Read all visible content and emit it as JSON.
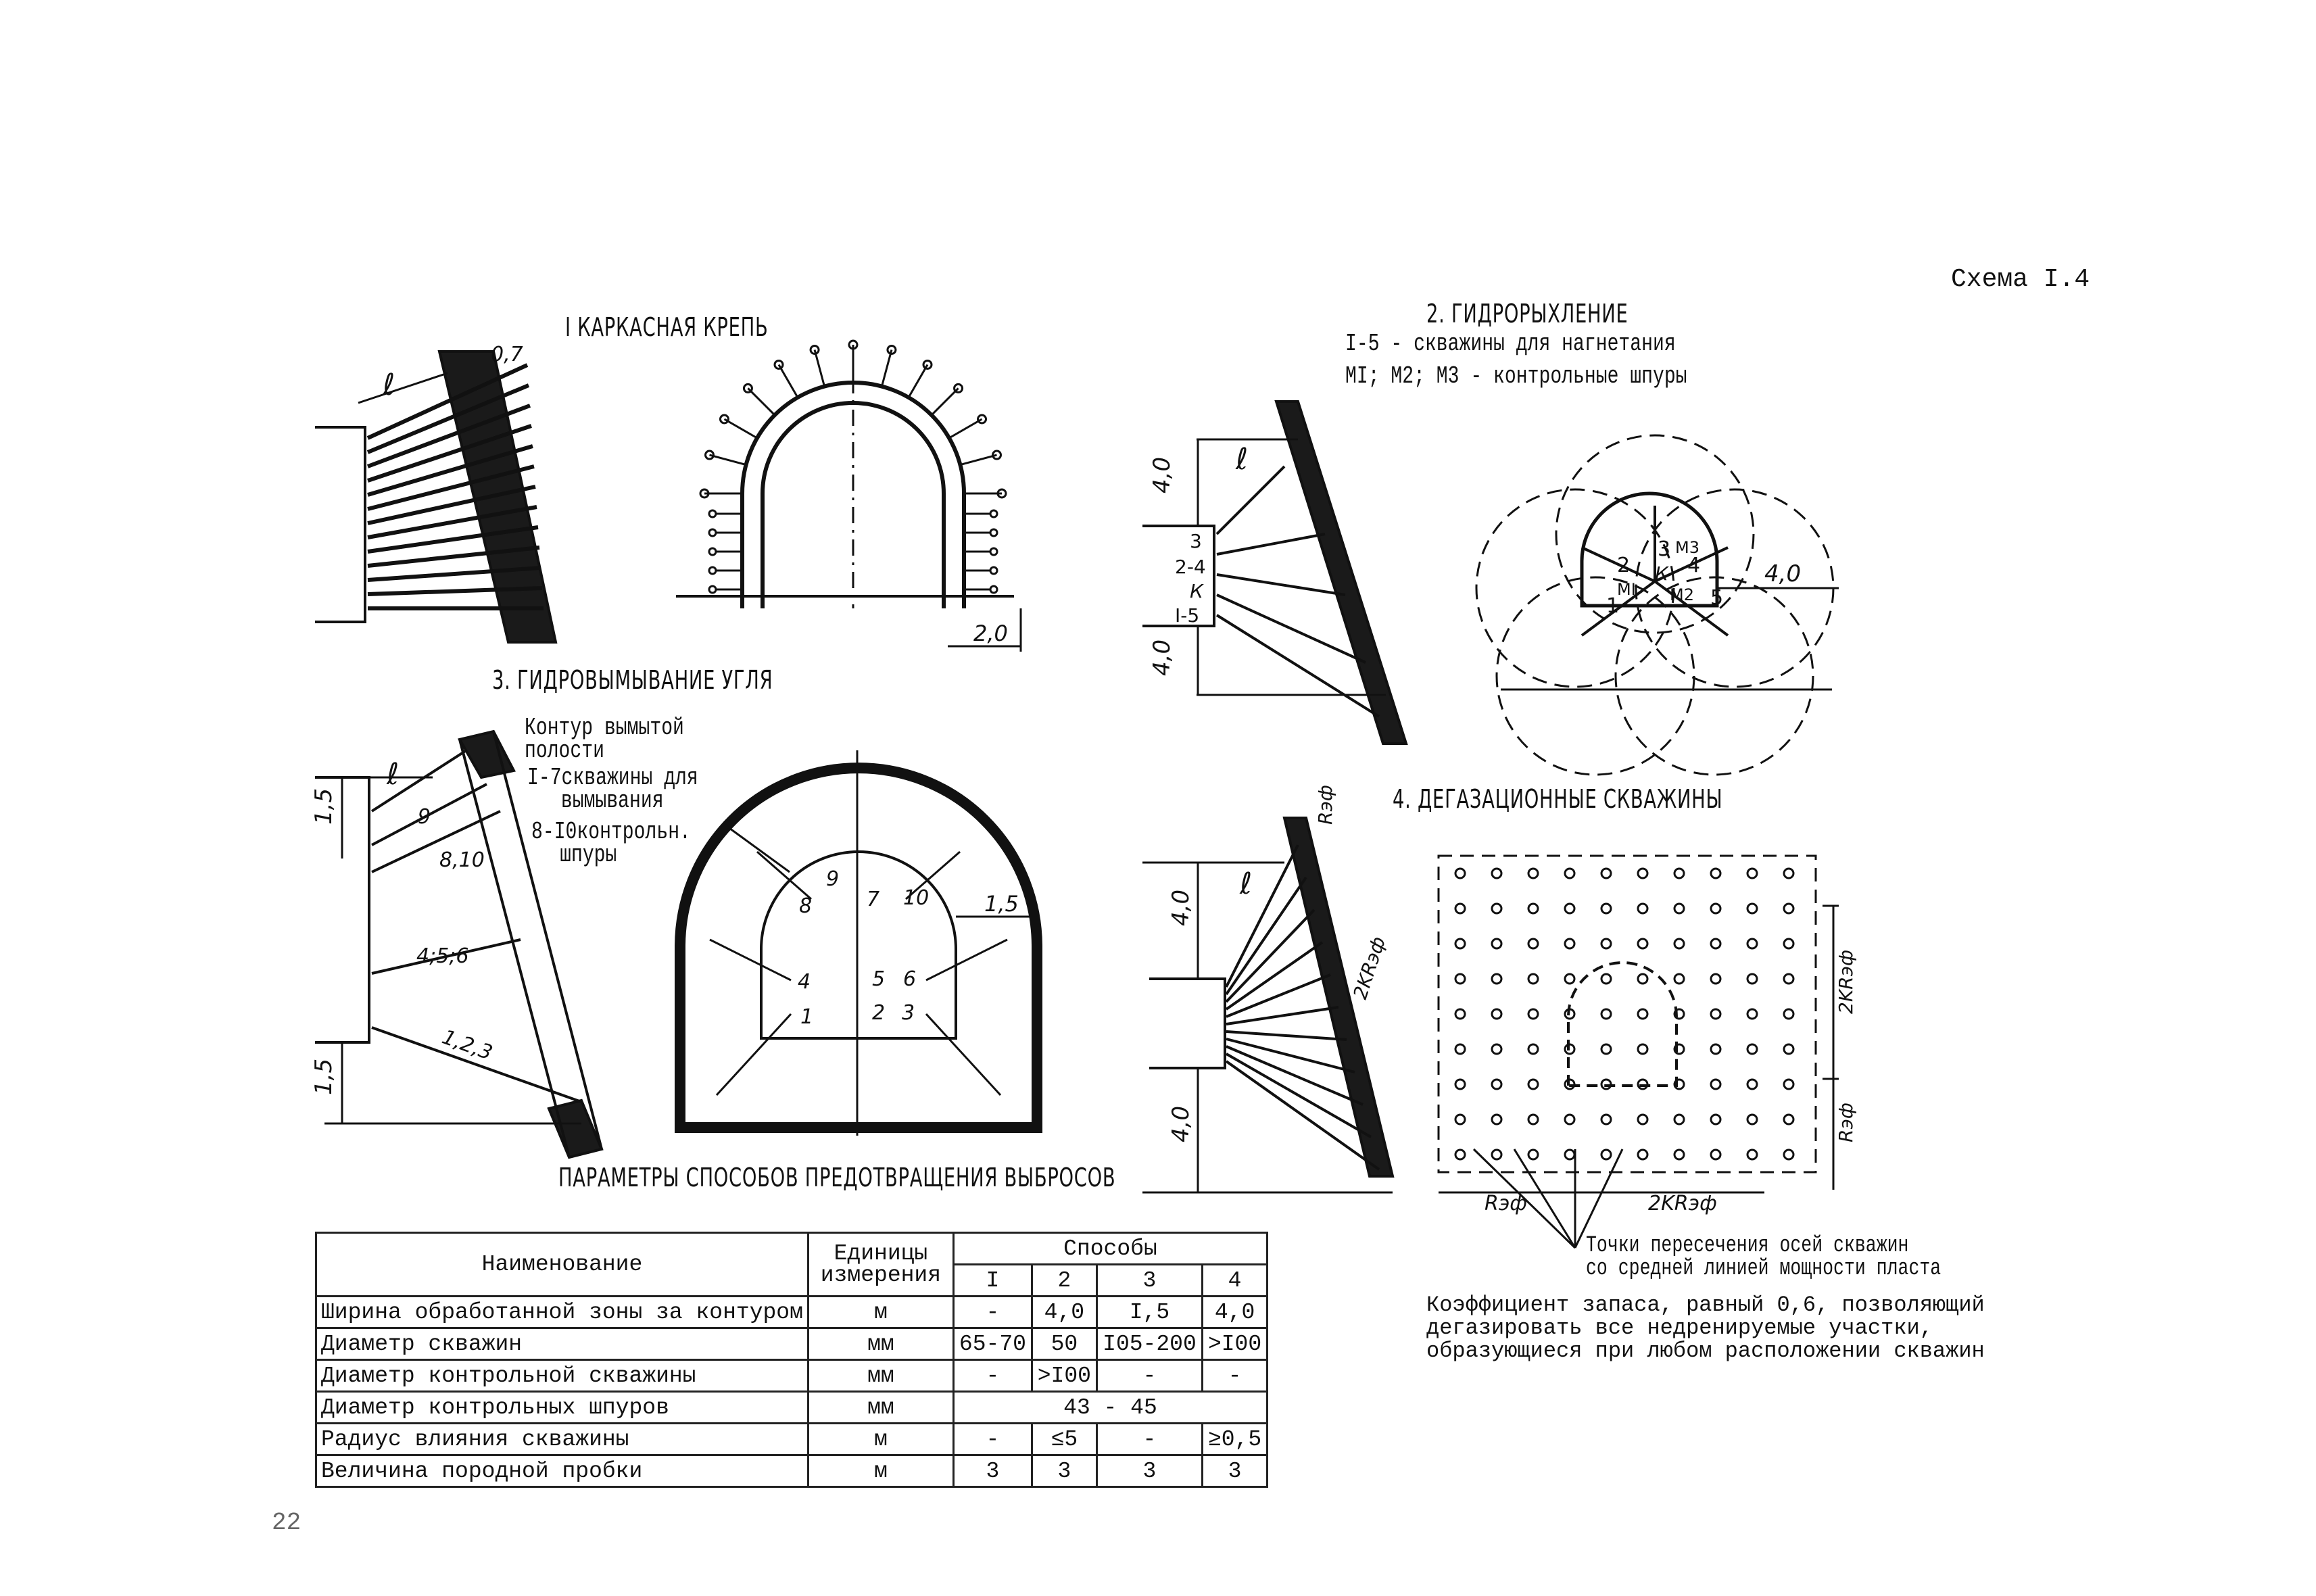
{
  "page": {
    "scheme_label": "Схема I.4",
    "page_number": "22"
  },
  "fig1": {
    "title": "I  КАРКАСНАЯ КРЕПЬ",
    "dim_l": "ℓ",
    "dim_07": "0,7",
    "dim_20": "2,0"
  },
  "fig2": {
    "title": "2. ГИДРОРЫХЛЕНИЕ",
    "line1": "I-5 - скважины для нагнетания",
    "line2": "MI; M2; M3 - контрольные шпуры",
    "dim_40_top": "4,0",
    "dim_40_bot": "4,0",
    "dim_l": "ℓ",
    "lbl_3": "3",
    "lbl_24": "2-4",
    "lbl_k": "К",
    "lbl_15": "I-5",
    "dim_40_right": "4,0",
    "hole_labels": [
      "1",
      "2",
      "3",
      "4",
      "5"
    ],
    "lbl_m1": "MI",
    "lbl_m2": "M2",
    "lbl_m3": "M3",
    "lbl_center_k": "К"
  },
  "fig3": {
    "title": "3. ГИДРОВЫМЫВАНИЕ УГЛЯ",
    "legend1": "Контур вымытой",
    "legend2": "полости",
    "legend3": "I-7скважины для",
    "legend4": "вымывания",
    "legend5": "8-I0контрольн.",
    "legend6": "шпуры",
    "dim_15_top": "1,5",
    "dim_15_bot": "1,5",
    "dim_l": "ℓ",
    "lbl_9": "9",
    "lbl_810": "8,10",
    "lbl_456": "4;5;6",
    "lbl_123": "1,2,3",
    "hole_labels": [
      "1",
      "2",
      "3",
      "4",
      "5",
      "6",
      "7",
      "8",
      "9",
      "10"
    ],
    "dim_15_right": "1,5"
  },
  "fig4": {
    "title": "4. ДЕГАЗАЦИОННЫЕ СКВАЖИНЫ",
    "dim_40_top": "4,0",
    "dim_40_bot": "4,0",
    "dim_l": "ℓ",
    "lbl_rzf": "Rэф",
    "lbl_2krzf": "2KRэф",
    "grid_lbl_2krzf": "2KRэф",
    "grid_lbl_rzf": "Rэф",
    "bottom_rzf": "Rэф",
    "bottom_2krzf": "2KRэф",
    "callout1": "Точки пересечения осей скважин",
    "callout2": "со средней линией мощности пласта"
  },
  "table": {
    "caption": "ПАРАМЕТРЫ СПОСОБОВ ПРЕДОТВРАЩЕНИЯ ВЫБРОСОВ",
    "header_name": "Наименование",
    "header_units": "Единицы измерения",
    "header_methods": "Способы",
    "method_cols": [
      "I",
      "2",
      "3",
      "4"
    ],
    "rows": [
      {
        "name": "Ширина обработанной зоны за контуром",
        "unit": "м",
        "v": [
          "-",
          "4,0",
          "I,5",
          "4,0"
        ]
      },
      {
        "name": "Диаметр скважин",
        "unit": "мм",
        "v": [
          "65-70",
          "50",
          "I05-200",
          ">I00"
        ]
      },
      {
        "name": "Диаметр контрольной скважины",
        "unit": "мм",
        "v": [
          "-",
          ">I00",
          "-",
          "-"
        ]
      },
      {
        "name": "Диаметр контрольных шпуров",
        "unit": "мм",
        "merged": "43  -  45"
      },
      {
        "name": "Радиус влияния скважины",
        "unit": "м",
        "v": [
          "-",
          "≤5",
          "-",
          "≥0,5"
        ]
      },
      {
        "name": "Величина породной пробки",
        "unit": "м",
        "v": [
          "3",
          "3",
          "3",
          "3"
        ]
      }
    ]
  },
  "note": {
    "line1": "Коэффициент запаса, равный 0,6, позволяющий",
    "line2": "дегазировать все недренируемые участки,",
    "line3": "образующиеся при любом расположении скважин"
  }
}
